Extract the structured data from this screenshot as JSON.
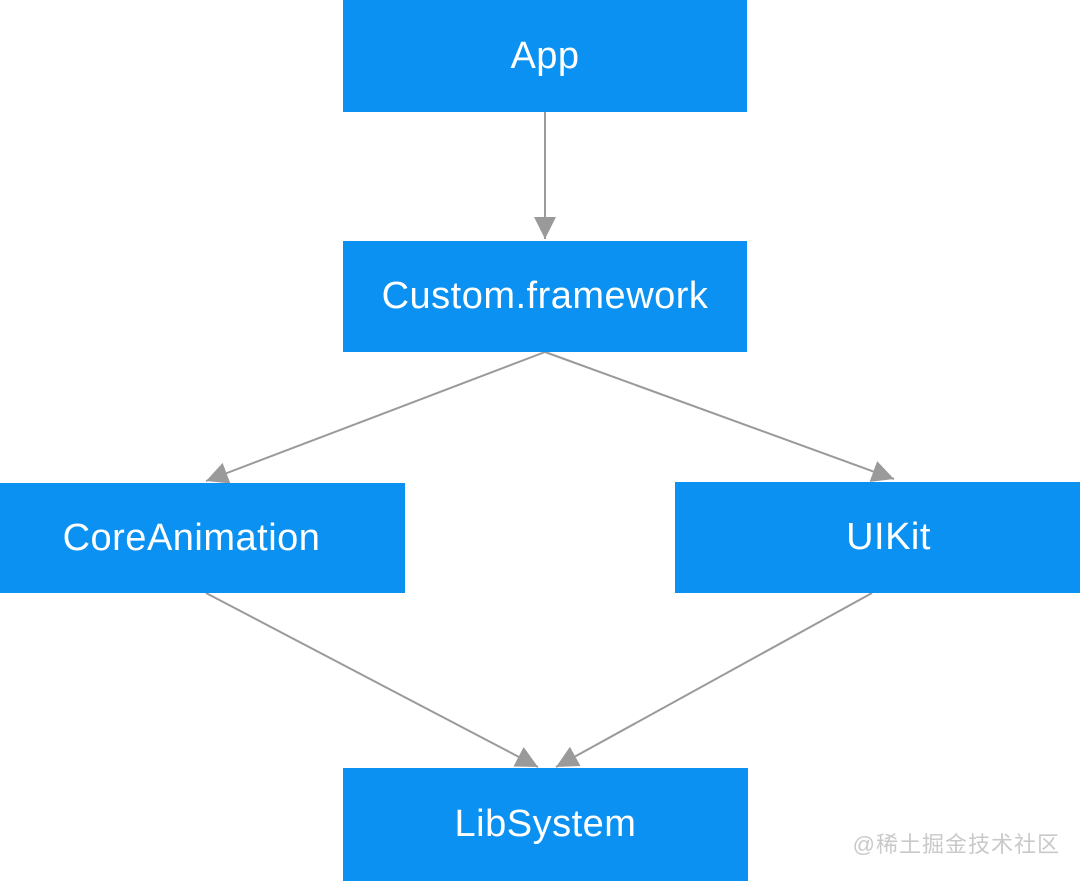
{
  "diagram": {
    "title": "framework dependency diagram",
    "node_fill_color": "#0a91f2",
    "node_text_color": "#ffffff",
    "arrow_color": "#9a9a9a",
    "background_color": "#ffffff",
    "nodes": [
      {
        "id": "app",
        "label": "App"
      },
      {
        "id": "custom-framework",
        "label": "Custom.framework"
      },
      {
        "id": "core-animation",
        "label": "CoreAnimation"
      },
      {
        "id": "uikit",
        "label": "UIKit"
      },
      {
        "id": "lib-system",
        "label": "LibSystem"
      }
    ],
    "edges": [
      {
        "from": "App",
        "to": "Custom.framework"
      },
      {
        "from": "Custom.framework",
        "to": "CoreAnimation"
      },
      {
        "from": "Custom.framework",
        "to": "UIKit"
      },
      {
        "from": "CoreAnimation",
        "to": "LibSystem"
      },
      {
        "from": "UIKit",
        "to": "LibSystem"
      }
    ]
  },
  "watermark": {
    "text": "@稀土掘金技术社区"
  }
}
